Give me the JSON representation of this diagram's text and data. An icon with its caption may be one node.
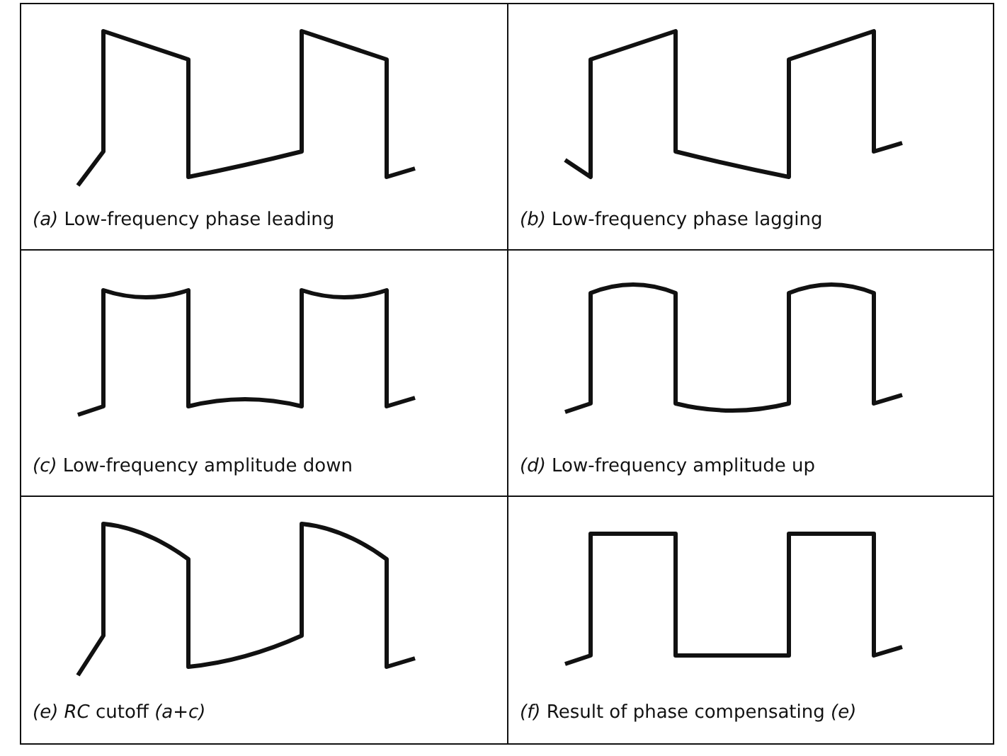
{
  "diagram": {
    "nodes": [
      {
        "text": [
          "*(a)* Low-frequency phase leading"
        ]
      },
      {
        "text": [
          "*(b)* Low-frequency phase lagging"
        ]
      },
      {
        "text": [
          "*(c)* Low-frequency amplitude down"
        ]
      },
      {
        "text": [
          "*(d)* Low-frequency amplitude up"
        ]
      },
      {
        "text": [
          "*(e) RC* cutoff *(a+c)*"
        ]
      },
      {
        "text": [
          "*(f)* Result of phase compensating *(e)*"
        ]
      }
    ]
  }
}
